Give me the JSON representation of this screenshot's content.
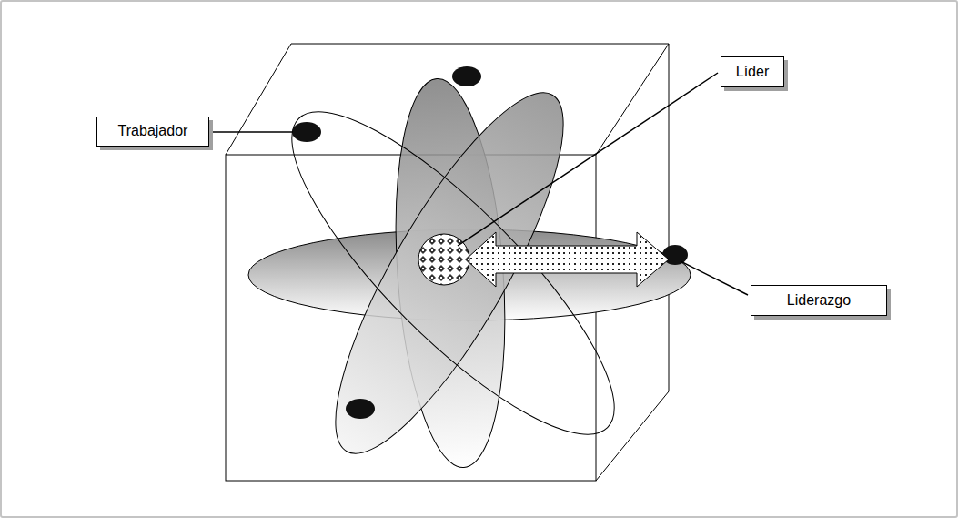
{
  "diagram": {
    "nodes": [
      {
        "text": [
          "Líder"
        ]
      },
      {
        "text": [
          "Trabajador"
        ]
      },
      {
        "text": [
          "Liderazgo"
        ]
      }
    ]
  }
}
